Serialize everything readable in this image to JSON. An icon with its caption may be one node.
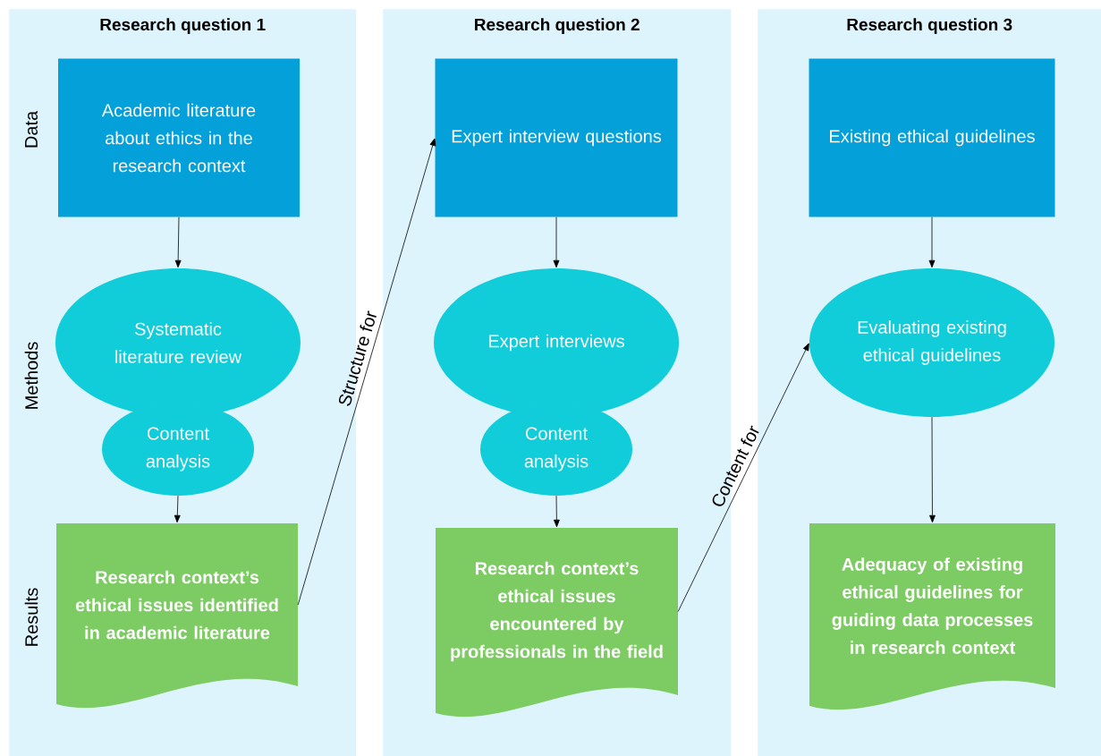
{
  "diagram": {
    "nodes": [
      {
        "text": [
          "Research question 1"
        ]
      },
      {
        "text": [
          "Academic literature about ethics in the research context"
        ],
        "in": 0
      },
      {
        "text": [
          "Systematic literature review"
        ],
        "in": 0
      },
      {
        "text": [
          "Content analysis"
        ],
        "in": 0
      },
      {
        "text": [
          "Research context’s ethical issues identified in academic literature"
        ],
        "in": 0
      },
      {
        "text": [
          "Research question 2"
        ]
      },
      {
        "text": [
          "Expert interview questions"
        ],
        "in": 5
      },
      {
        "text": [
          "Expert interviews"
        ],
        "in": 5
      },
      {
        "text": [
          "Content analysis"
        ],
        "in": 5
      },
      {
        "text": [
          "Research context’s ethical issues encountered by professionals in the field"
        ],
        "in": 5
      },
      {
        "text": [
          "Research question 3"
        ]
      },
      {
        "text": [
          "Existing ethical guidelines"
        ],
        "in": 10
      },
      {
        "text": [
          "Evaluating existing ethical guidelines"
        ],
        "in": 10
      },
      {
        "text": [
          "Adequacy of existing ethical guidelines for guiding data processes in research context"
        ],
        "in": 10
      }
    ],
    "edges": [
      {
        "from": 1,
        "to": 2,
        "arrow": "to"
      },
      {
        "from": 3,
        "to": 4,
        "arrow": "to"
      },
      {
        "from": 4,
        "to": 6,
        "arrow": "to",
        "label": "Structure for"
      },
      {
        "from": 6,
        "to": 7,
        "arrow": "to"
      },
      {
        "from": 8,
        "to": 9,
        "arrow": "to"
      },
      {
        "from": 9,
        "to": 12,
        "arrow": "to",
        "label": "Content for"
      },
      {
        "from": 11,
        "to": 12,
        "arrow": "to"
      },
      {
        "from": 12,
        "to": 13,
        "arrow": "to"
      }
    ],
    "labels": [
      "Data",
      "Methods",
      "Results"
    ]
  }
}
